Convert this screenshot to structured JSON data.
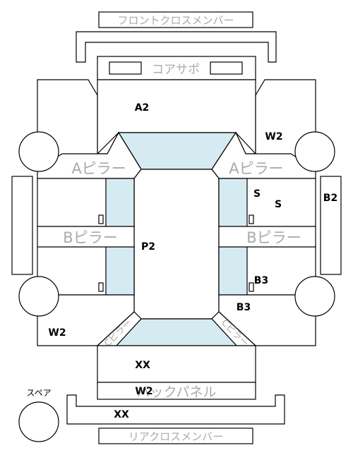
{
  "labels": {
    "front_cross_member": "フロントクロスメンバー",
    "core_support": "コアサポ",
    "a_pillar_left": "Aピラー",
    "a_pillar_right": "Aピラー",
    "b_pillar_left": "Bピラー",
    "b_pillar_right": "Bピラー",
    "c_pillar_left": "Cピラー",
    "c_pillar_right": "Cピラー",
    "back_panel": "バックパネル",
    "rear_cross_member": "リアクロスメンバー",
    "spare": "スペア"
  },
  "damage_marks": {
    "hood": "A2",
    "right_front_fender": "W2",
    "right_front_door_1": "S",
    "right_front_door_2": "S",
    "right_rocker": "B2",
    "roof": "P2",
    "right_rear_door": "B3",
    "right_rear_fender": "B3",
    "left_rear_fender": "W2",
    "trunk": "XX",
    "back_panel": "W2",
    "rear_bumper": "XX"
  }
}
